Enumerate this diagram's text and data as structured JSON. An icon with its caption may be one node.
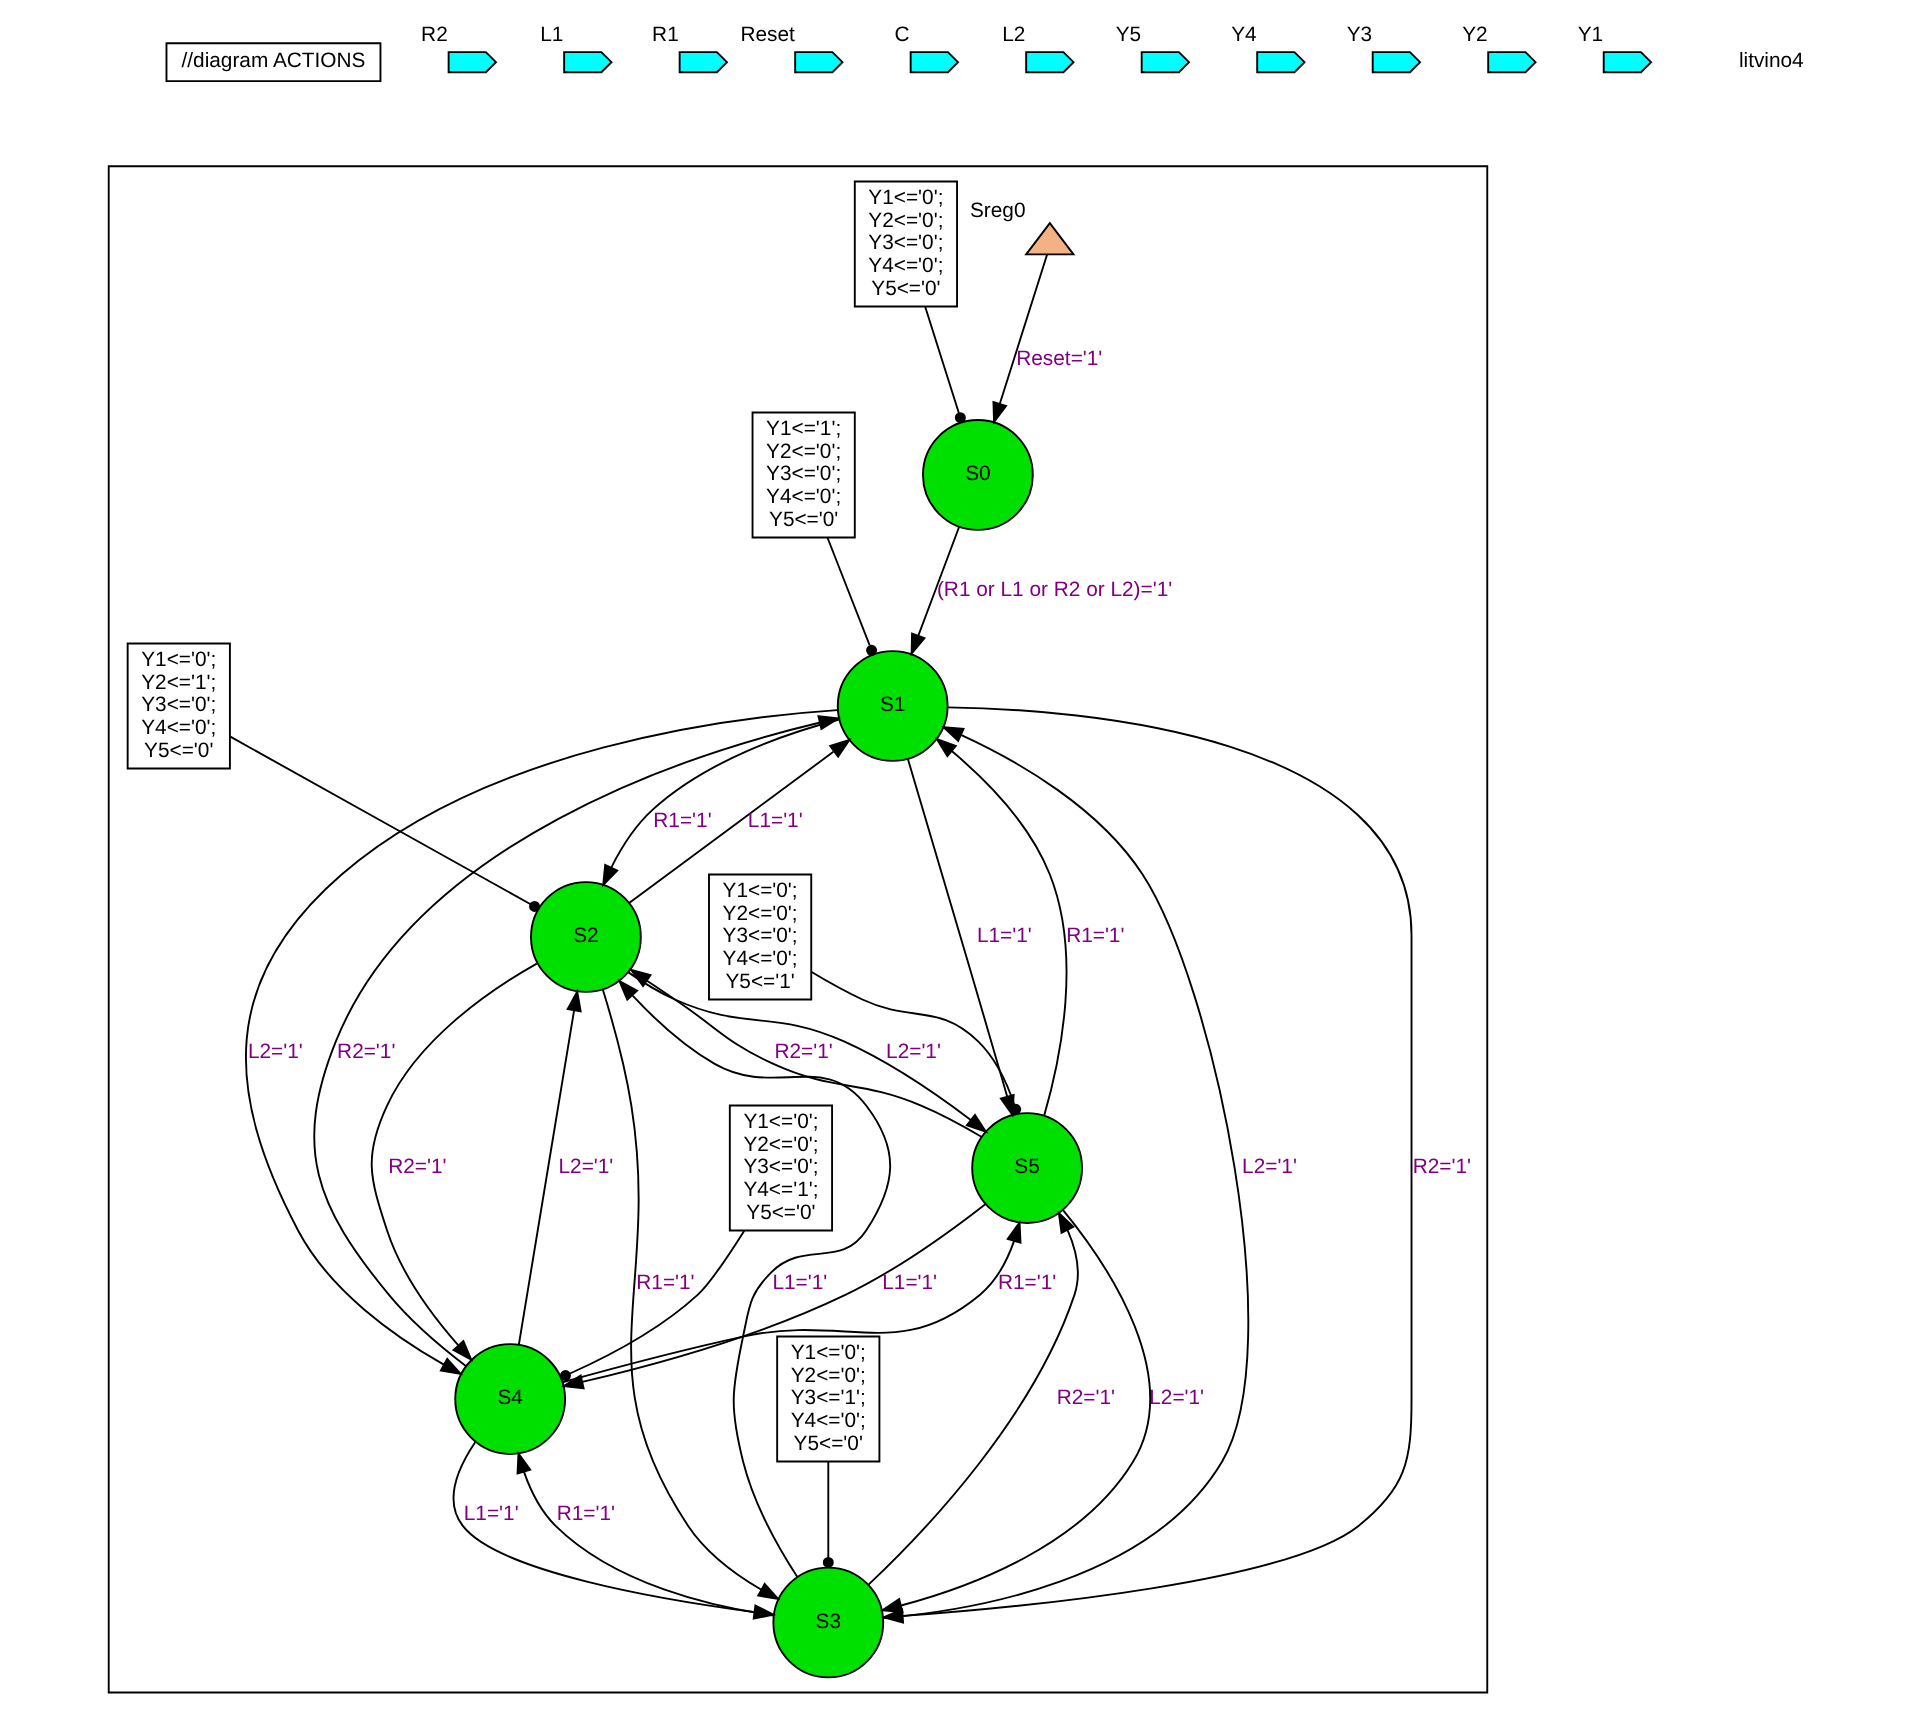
{
  "diagram": {
    "nodes": [
      {
        "text": [
          "//diagram ACTIONS"
        ]
      },
      {
        "text": [],
        "shape": "pentagon",
        "beside": [
          "R2"
        ]
      },
      {
        "text": [],
        "shape": "pentagon",
        "beside": [
          "L1"
        ]
      },
      {
        "text": [],
        "shape": "pentagon",
        "beside": [
          "R1"
        ]
      },
      {
        "text": [],
        "shape": "pentagon",
        "beside": [
          "Reset"
        ]
      },
      {
        "text": [],
        "shape": "pentagon",
        "beside": [
          "C"
        ]
      },
      {
        "text": [],
        "shape": "pentagon",
        "beside": [
          "L2"
        ]
      },
      {
        "text": [],
        "shape": "pentagon",
        "beside": [
          "Y5"
        ]
      },
      {
        "text": [],
        "shape": "pentagon",
        "beside": [
          "Y4"
        ]
      },
      {
        "text": [],
        "shape": "pentagon",
        "beside": [
          "Y3"
        ]
      },
      {
        "text": [],
        "shape": "pentagon",
        "beside": [
          "Y2"
        ]
      },
      {
        "text": [],
        "shape": "pentagon",
        "beside": [
          "Y1"
        ]
      },
      {
        "text": [],
        "shape": "box"
      },
      {
        "text": [],
        "shape": "triangle",
        "beside": [
          "Sreg0"
        ],
        "in": 12
      },
      {
        "text": [
          "S0"
        ],
        "in": 12
      },
      {
        "text": [
          "S1"
        ],
        "in": 12
      },
      {
        "text": [
          "S2"
        ],
        "in": 12
      },
      {
        "text": [
          "S3"
        ],
        "in": 12
      },
      {
        "text": [
          "S4"
        ],
        "in": 12
      },
      {
        "text": [
          "S5"
        ],
        "in": 12
      },
      {
        "text": [
          "Y1<='0';",
          "Y2<='0';",
          "Y3<='0';",
          "Y4<='0';",
          "Y5<='0'"
        ],
        "in": 12
      },
      {
        "text": [
          "Y1<='1';",
          "Y2<='0';",
          "Y3<='0';",
          "Y4<='0';",
          "Y5<='0'"
        ],
        "in": 12
      },
      {
        "text": [
          "Y1<='0';",
          "Y2<='1';",
          "Y3<='0';",
          "Y4<='0';",
          "Y5<='0'"
        ],
        "in": 12
      },
      {
        "text": [
          "Y1<='0';",
          "Y2<='0';",
          "Y3<='1';",
          "Y4<='0';",
          "Y5<='0'"
        ],
        "in": 12
      },
      {
        "text": [
          "Y1<='0';",
          "Y2<='0';",
          "Y3<='0';",
          "Y4<='1';",
          "Y5<='0'"
        ],
        "in": 12
      },
      {
        "text": [
          "Y1<='0';",
          "Y2<='0';",
          "Y3<='0';",
          "Y4<='0';",
          "Y5<='1'"
        ],
        "in": 12
      }
    ],
    "edges": [
      {
        "from": 13,
        "to": 14,
        "arrow": "to",
        "label": "Reset='1'"
      },
      {
        "from": 14,
        "to": 15,
        "arrow": "to",
        "label": "(R1 or L1 or R2 or L2)='1'"
      },
      {
        "from": 16,
        "to": 15,
        "arrow": "to",
        "label": "L1='1'"
      },
      {
        "from": 15,
        "to": 16,
        "arrow": "to",
        "label": "R1='1'"
      },
      {
        "from": 16,
        "to": 17,
        "arrow": "to",
        "label": "R1='1'"
      },
      {
        "from": 17,
        "to": 16,
        "arrow": "to",
        "label": "L1='1'"
      },
      {
        "from": 16,
        "to": 18,
        "arrow": "to",
        "label": "R2='1'"
      },
      {
        "from": 15,
        "to": 17,
        "arrow": "to",
        "label": "R2='1'"
      },
      {
        "from": 17,
        "to": 15,
        "arrow": "to",
        "label": "L2='1'"
      },
      {
        "from": 19,
        "to": 16,
        "arrow": "to",
        "label": "R2='1'"
      },
      {
        "from": 18,
        "to": 16,
        "arrow": "to",
        "label": "L2='1'"
      },
      {
        "from": 16,
        "to": 19,
        "arrow": "to",
        "label": "L2='1'"
      },
      {
        "from": 15,
        "to": 19,
        "arrow": "to",
        "label": "L1='1'"
      },
      {
        "from": 19,
        "to": 15,
        "arrow": "to",
        "label": "R1='1'"
      },
      {
        "from": 18,
        "to": 15,
        "arrow": "to",
        "label": "R2='1'"
      },
      {
        "from": 15,
        "to": 18,
        "arrow": "to",
        "label": "L2='1'"
      },
      {
        "from": 17,
        "to": 19,
        "arrow": "to",
        "label": "R2='1'"
      },
      {
        "from": 19,
        "to": 17,
        "arrow": "to",
        "label": "L2='1'"
      },
      {
        "from": 17,
        "to": 18,
        "arrow": "to",
        "label": "R1='1'"
      },
      {
        "from": 18,
        "to": 17,
        "arrow": "to",
        "label": "L1='1'"
      },
      {
        "from": 18,
        "to": 19,
        "arrow": "to",
        "label": "R1='1'"
      },
      {
        "from": 19,
        "to": 18,
        "arrow": "to",
        "label": "L1='1'"
      },
      {
        "from": 20,
        "to": 14,
        "arrow": "other"
      },
      {
        "from": 21,
        "to": 15,
        "arrow": "other"
      },
      {
        "from": 22,
        "to": 16,
        "arrow": "other"
      },
      {
        "from": 23,
        "to": 17,
        "arrow": "other"
      },
      {
        "from": 24,
        "to": 18,
        "arrow": "other"
      },
      {
        "from": 25,
        "to": 19,
        "arrow": "other"
      }
    ],
    "labels": [
      "litvino4"
    ]
  }
}
